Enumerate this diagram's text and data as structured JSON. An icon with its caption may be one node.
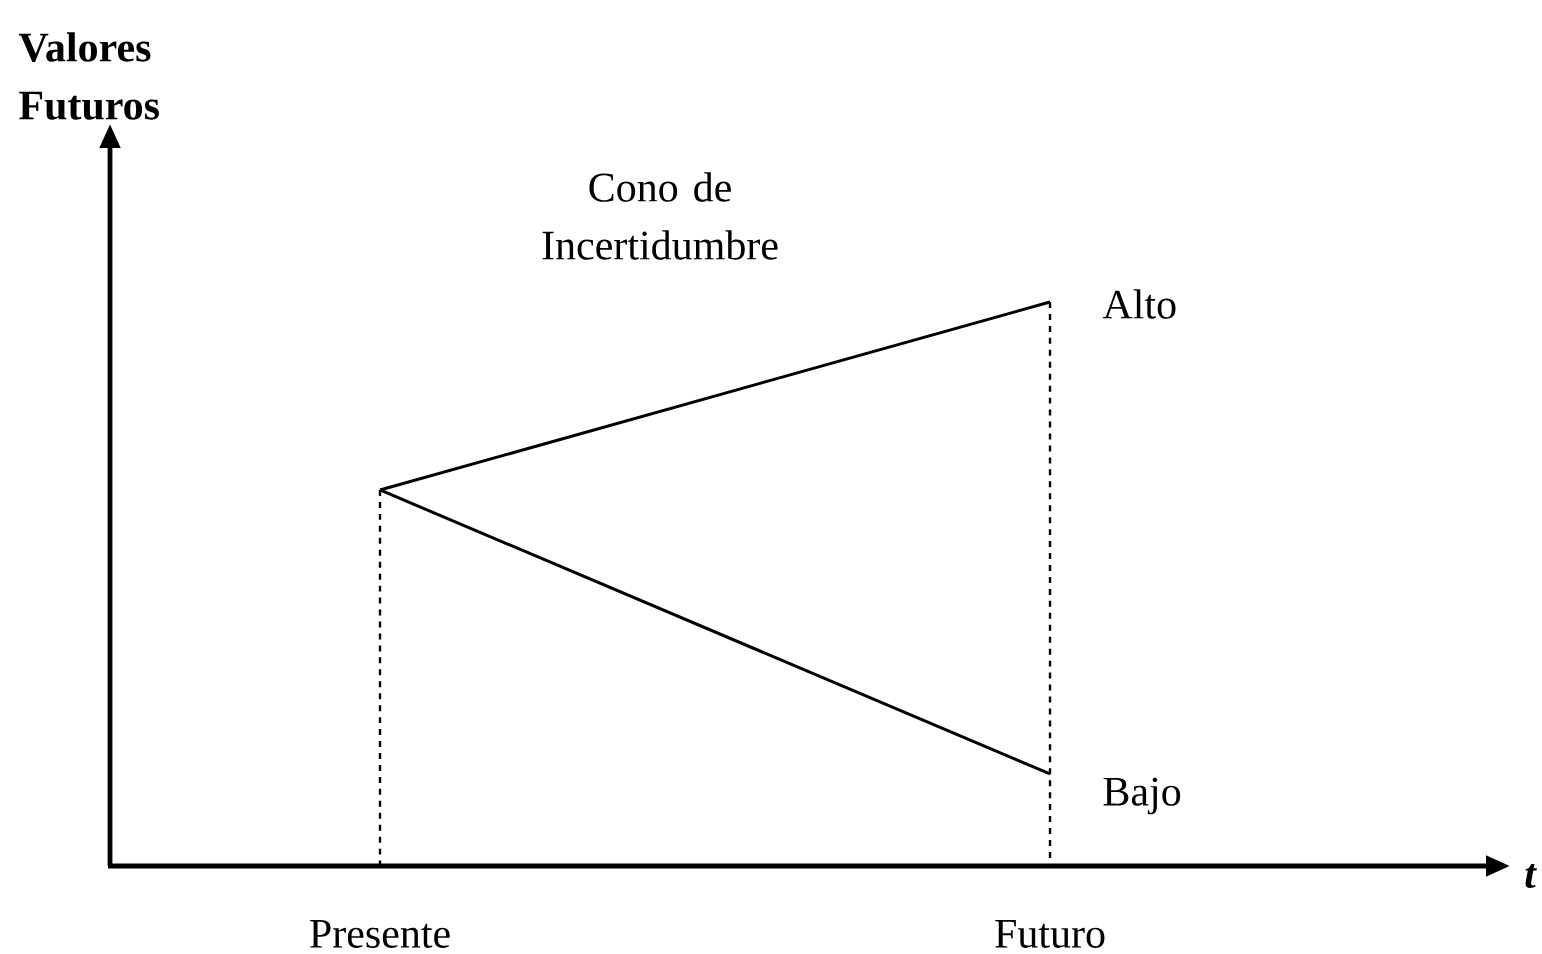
{
  "diagram": {
    "labels": [
      "Valores Futuros",
      "Cono de Incertidumbre",
      "Alto",
      "Bajo",
      "t",
      "Presente",
      "Futuro"
    ]
  }
}
